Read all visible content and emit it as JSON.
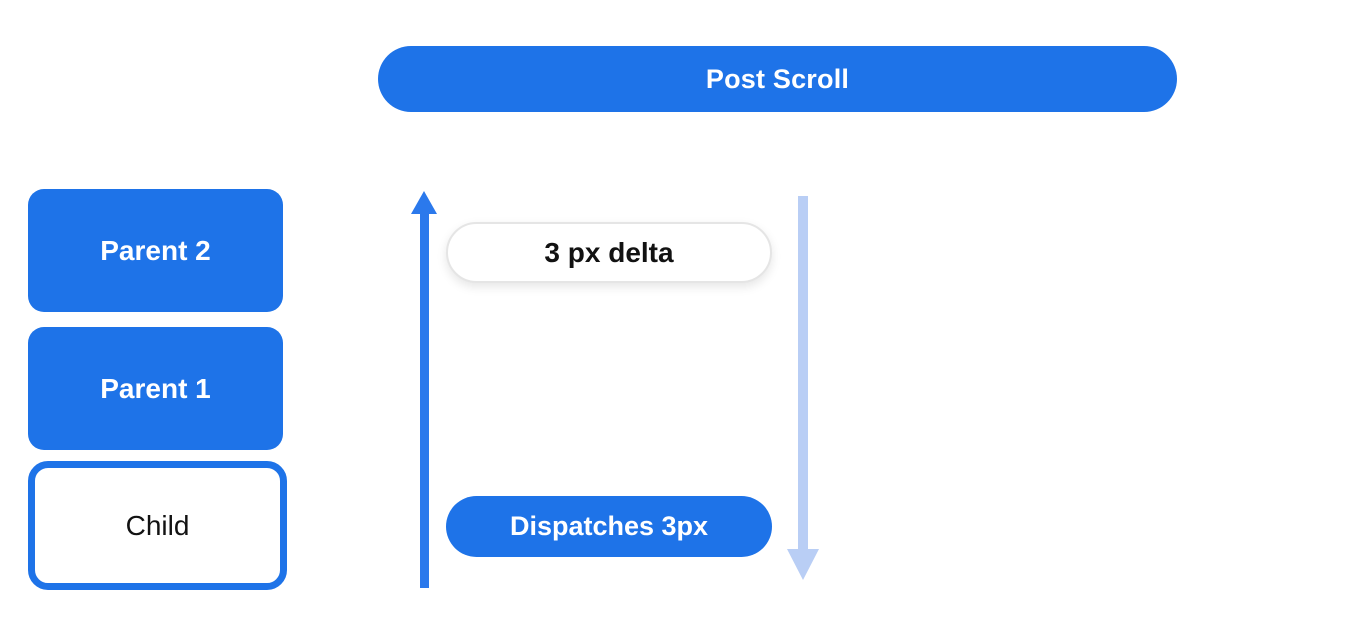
{
  "header": {
    "label": "Post Scroll"
  },
  "stack": {
    "nodes": [
      {
        "id": "parent-2",
        "label": "Parent 2",
        "variant": "filled-blue"
      },
      {
        "id": "parent-1",
        "label": "Parent 1",
        "variant": "filled-blue"
      },
      {
        "id": "child",
        "label": "Child",
        "variant": "outlined-white"
      }
    ]
  },
  "flow": {
    "delta_label": "3 px delta",
    "dispatch_label": "Dispatches 3px",
    "up_arrow": {
      "direction": "up",
      "meaning": "scroll-delta-propagates-up",
      "color": "#2B79EC"
    },
    "down_arrow": {
      "direction": "down",
      "meaning": "dispatch-travels-down",
      "color": "#B9CEF5"
    }
  },
  "colors": {
    "primary": "#1E73E8",
    "arrow_up": "#2B79EC",
    "arrow_down": "#B9CEF5",
    "background": "#FFFFFF",
    "text_on_primary": "#FFFFFF",
    "text_dark": "#121212",
    "pill_border": "#E5E5E5"
  }
}
